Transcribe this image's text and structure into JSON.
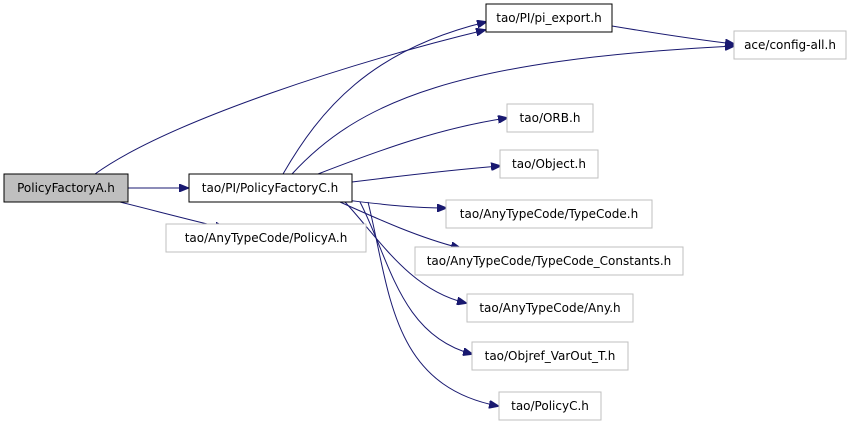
{
  "colors": {
    "edge": "#191970",
    "root_fill": "#bfbfbf",
    "dark_border": "#000000",
    "light_border": "#bfbfbf",
    "text": "#000000"
  },
  "nodes": {
    "policy_factory_a": "PolicyFactoryA.h",
    "pi_export": "tao/PI/pi_export.h",
    "config_all": "ace/config-all.h",
    "policy_factory_c": "tao/PI/PolicyFactoryC.h",
    "policy_a": "tao/AnyTypeCode/PolicyA.h",
    "orb": "tao/ORB.h",
    "object": "tao/Object.h",
    "typecode": "tao/AnyTypeCode/TypeCode.h",
    "typecode_constants": "tao/AnyTypeCode/TypeCode_Constants.h",
    "any": "tao/AnyTypeCode/Any.h",
    "objref_varout": "tao/Objref_VarOut_T.h",
    "policy_c": "tao/PolicyC.h"
  }
}
